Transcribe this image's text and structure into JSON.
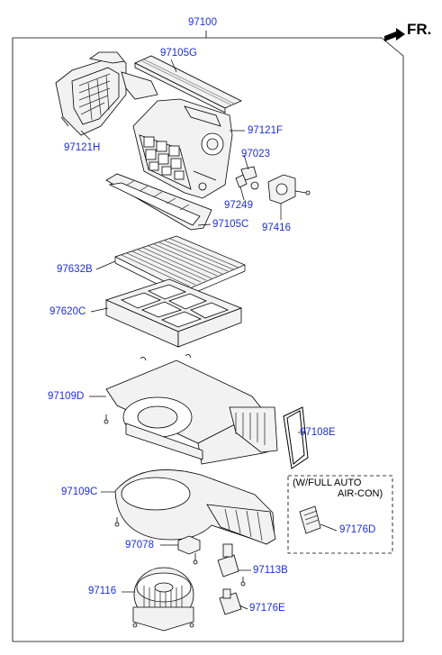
{
  "direction_label": "FR.",
  "assembly_number": "97100",
  "option_note": {
    "line1": "(W/FULL AUTO",
    "line2": "AIR-CON)"
  },
  "parts": {
    "p97105G": "97105G",
    "p97121H": "97121H",
    "p97121F": "97121F",
    "p97023": "97023",
    "p97249": "97249",
    "p97416": "97416",
    "p97105C": "97105C",
    "p97632B": "97632B",
    "p97620C": "97620C",
    "p97109D": "97109D",
    "p97108E": "97108E",
    "p97109C": "97109C",
    "p97176D": "97176D",
    "p97078": "97078",
    "p97113B": "97113B",
    "p97116": "97116",
    "p97176E": "97176E"
  },
  "colors": {
    "label": "#1f2fd6",
    "line": "#000000",
    "part_fill": "#f2f2f2"
  }
}
